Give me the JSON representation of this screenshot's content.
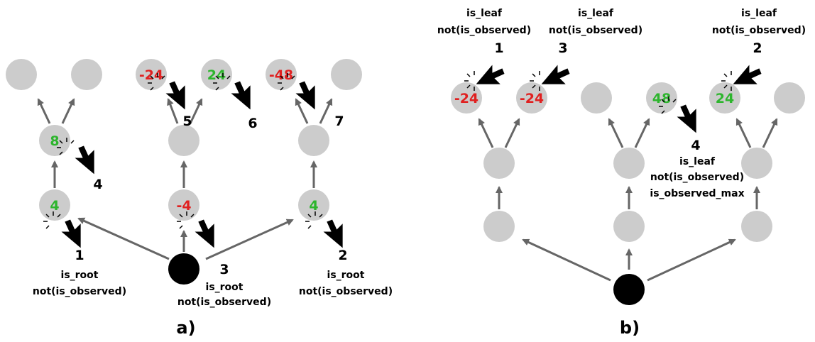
{
  "colors": {
    "node": "#cccccc",
    "root": "#000000",
    "edge": "#666666",
    "positive": "#2db52d",
    "negative": "#e02020"
  },
  "panel_a": {
    "label": "a)",
    "values": {
      "leaf_c3": "-24",
      "leaf_c4": "24",
      "leaf_c5": "-48",
      "mid_1": "8",
      "root_1": "4",
      "root_2": "-4",
      "root_3": "4"
    },
    "clicks": {
      "c1": {
        "step": "1",
        "line1": "is_root",
        "line2": "not(is_observed)"
      },
      "c2": {
        "step": "2",
        "line1": "is_root",
        "line2": "not(is_observed)"
      },
      "c3": {
        "step": "3",
        "line1": "is_root",
        "line2": "not(is_observed)"
      },
      "c4": {
        "step": "4"
      },
      "c5": {
        "step": "5"
      },
      "c6": {
        "step": "6"
      },
      "c7": {
        "step": "7"
      }
    }
  },
  "panel_b": {
    "label": "b)",
    "values": {
      "leaf_1": "-24",
      "leaf_2": "-24",
      "leaf_4": "48",
      "leaf_5": "24"
    },
    "clicks": {
      "c1": {
        "step": "1",
        "line1": "is_leaf",
        "line2": "not(is_observed)"
      },
      "c2": {
        "step": "2",
        "line1": "is_leaf",
        "line2": "not(is_observed)"
      },
      "c3": {
        "step": "3",
        "line1": "is_leaf",
        "line2": "not(is_observed)"
      },
      "c4": {
        "step": "4",
        "line1": "is_leaf",
        "line2": "not(is_observed)",
        "line3": "is_observed_max"
      }
    }
  }
}
